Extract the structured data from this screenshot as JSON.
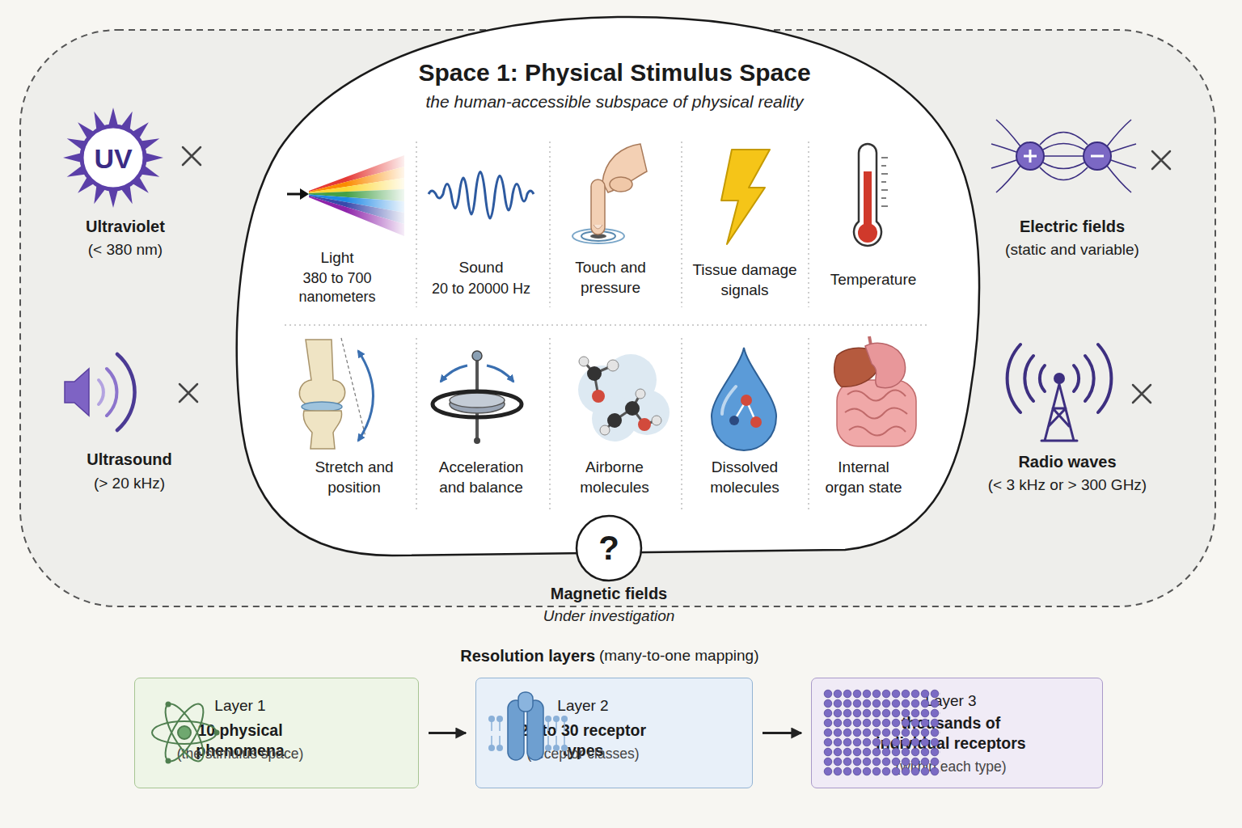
{
  "diagram": {
    "nodes": [
      {
        "text": [
          "Space 1: Physical Stimulus Space",
          "the human-accessible subspace of physical reality"
        ]
      },
      {
        "text": [
          "?",
          "Magnetic fields",
          "Under investigation"
        ]
      },
      {
        "text": [
          "Layer 1",
          "10 physical phenomena",
          "(the stimulus space)"
        ]
      },
      {
        "text": [
          "Layer 2",
          "20 to 30 receptor types",
          "(receptor classes)"
        ]
      },
      {
        "text": [
          "Layer 3",
          "thousands of individual receptors",
          "(within each type)"
        ]
      }
    ],
    "edges": [
      {
        "from": 2,
        "to": 3,
        "arrow": "to"
      },
      {
        "from": 3,
        "to": 4,
        "arrow": "to"
      }
    ],
    "labels": [
      "UV",
      "Ultraviolet",
      "(< 380 nm)",
      "Ultrasound",
      "(> 20 kHz)",
      "Electric fields",
      "(static and variable)",
      "Radio waves",
      "(< 3 kHz or > 300 GHz)",
      "Light",
      "380 to 700 nanometers",
      "Sound",
      "20 to 20000 Hz",
      "Touch and pressure",
      "Tissue damage signals",
      "Temperature",
      "Stretch and position",
      "Acceleration and balance",
      "Airborne molecules",
      "Dissolved molecules",
      "Internal organ state",
      "Resolution layers",
      "(many-to-one mapping)"
    ]
  }
}
